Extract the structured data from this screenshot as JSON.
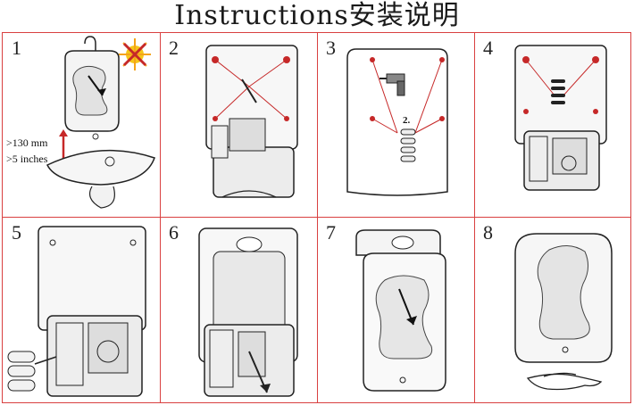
{
  "header": {
    "title": "Instructions安装说明"
  },
  "steps": [
    {
      "number": "1"
    },
    {
      "number": "2"
    },
    {
      "number": "3"
    },
    {
      "number": "4"
    },
    {
      "number": "5"
    },
    {
      "number": "6"
    },
    {
      "number": "7"
    },
    {
      "number": "8"
    }
  ],
  "step1": {
    "height_mm": ">130 mm",
    "height_in": ">5 inches"
  },
  "step3": {
    "screw_step": "2."
  },
  "colors": {
    "grid_line": "#d94040",
    "accent_red": "#c62828",
    "sun_yellow": "#f5c518"
  }
}
